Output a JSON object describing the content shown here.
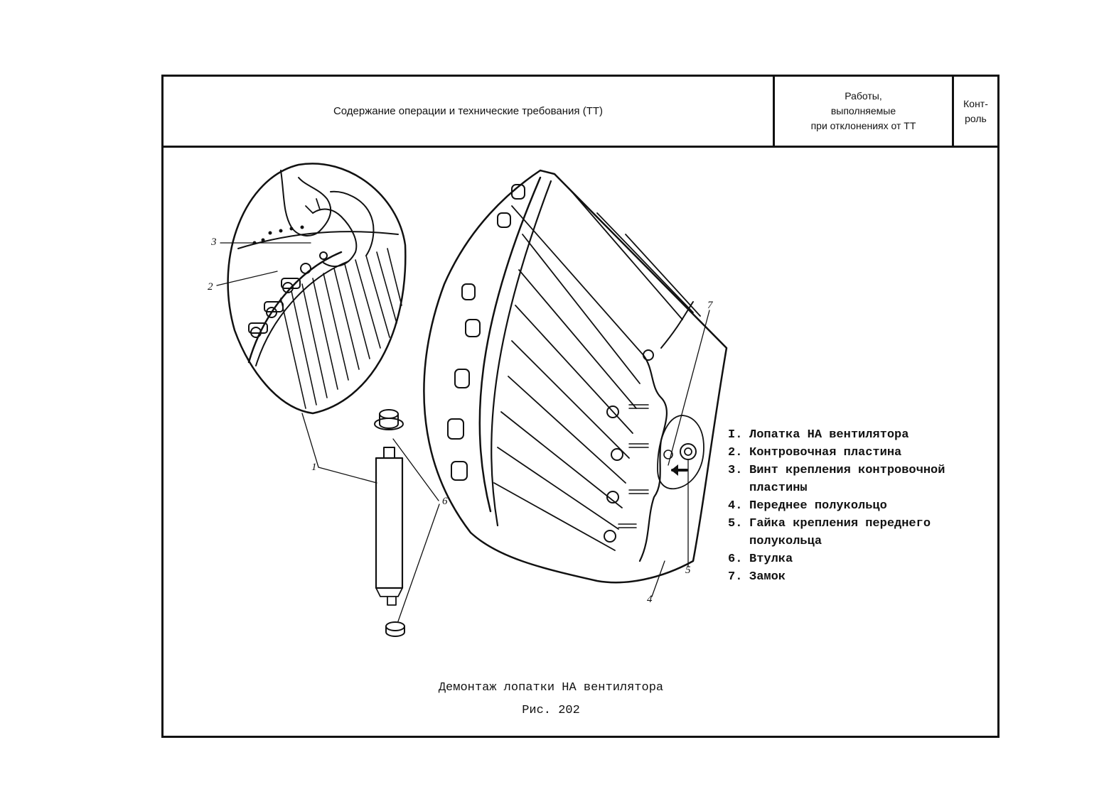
{
  "header": {
    "main": "Содержание операции и технические требования (ТТ)",
    "deviations": [
      "Работы,",
      "выполняемые",
      "при отклонениях от ТТ"
    ],
    "control": [
      "Конт-",
      "роль"
    ]
  },
  "legend": [
    {
      "num": "I.",
      "lines": [
        "Лопатка НА вентилятора"
      ]
    },
    {
      "num": "2.",
      "lines": [
        "Контровочная пластина"
      ]
    },
    {
      "num": "3.",
      "lines": [
        "Винт крепления контровочной",
        "пластины"
      ]
    },
    {
      "num": "4.",
      "lines": [
        "Переднее полукольцо"
      ]
    },
    {
      "num": "5.",
      "lines": [
        "Гайка крепления переднего",
        "полукольца"
      ]
    },
    {
      "num": "6.",
      "lines": [
        "Втулка"
      ]
    },
    {
      "num": "7.",
      "lines": [
        "Замок"
      ]
    }
  ],
  "callouts": {
    "c1": "1",
    "c2": "2",
    "c3": "3",
    "c4": "4",
    "c5": "5",
    "c6": "6",
    "c7": "7"
  },
  "caption": {
    "title": "Демонтаж лопатки НА вентилятора",
    "figure": "Рис. 202"
  },
  "icons": [
    "left-arrow-icon"
  ]
}
